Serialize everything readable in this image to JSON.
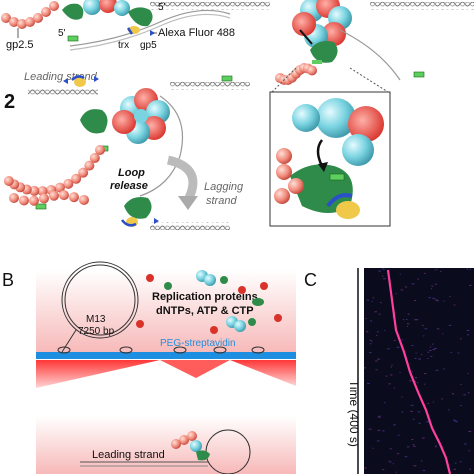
{
  "panel_a": {
    "step_number": "2",
    "labels": {
      "gp25": "gp2.5",
      "five_prime_left": "5'",
      "five_prime_right": "5'",
      "trx": "trx",
      "gp5": "gp5",
      "alexa": "Alexa Fluor 488",
      "leading_strand": "Leading strand",
      "loop_release_line1": "Loop",
      "loop_release_line2": "release",
      "lagging_line1": "Lagging",
      "lagging_line2": "strand"
    }
  },
  "panel_b": {
    "letter": "B",
    "m13_line1": "M13",
    "m13_line2": "7250 bp",
    "reagents_line1": "Replication proteins,",
    "reagents_line2": "dNTPs, ATP & CTP",
    "surface_label": "PEG-streptavidin",
    "bottom_label": "Leading strand"
  },
  "panel_c": {
    "letter": "C",
    "y_axis_label": "Time (400 s)"
  },
  "colors": {
    "gp25_bead": "#f08a7a",
    "helicase_cyan": "#79d3e0",
    "helicase_red": "#e8524a",
    "polymerase_green": "#2e8b4a",
    "trx_yellow": "#f0c94a",
    "surface_blue": "#1e8fe0",
    "laser_red": "#ff2a2a",
    "kymo_bg": "#0b0b1e",
    "kymo_trace": "#ff3fa0"
  }
}
